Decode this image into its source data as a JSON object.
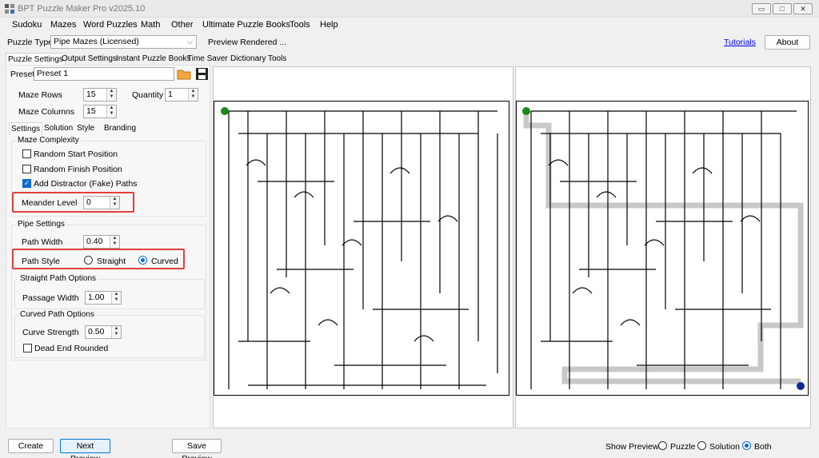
{
  "window": {
    "title": "BPT Puzzle Maker Pro v2025.10",
    "min": "▭",
    "max": "□",
    "close": "✕"
  },
  "menu": [
    "Sudoku",
    "Mazes",
    "Word Puzzles",
    "Math",
    "Other",
    "Ultimate Puzzle Books",
    "Tools",
    "Help"
  ],
  "toolbar": {
    "puzzle_type_label": "Puzzle Type",
    "puzzle_type_value": "Pipe Mazes (Licensed)",
    "status": "Preview Rendered ...",
    "tutorials": "Tutorials",
    "about": "About"
  },
  "main_tabs": [
    "Puzzle Settings",
    "Output Settings",
    "Instant Puzzle Books",
    "Time Saver",
    "Dictionary",
    "Tools"
  ],
  "preset": {
    "label": "Preset",
    "value": "Preset 1"
  },
  "maze_rows": {
    "label": "Maze Rows",
    "value": "15"
  },
  "quantity": {
    "label": "Quantity",
    "value": "1"
  },
  "maze_columns": {
    "label": "Maze Columns",
    "value": "15"
  },
  "sub_tabs": [
    "Settings",
    "Solution",
    "Style",
    "Branding"
  ],
  "complexity": {
    "title": "Maze Complexity",
    "random_start": {
      "label": "Random Start Position",
      "checked": false
    },
    "random_finish": {
      "label": "Random Finish Position",
      "checked": false
    },
    "distractor": {
      "label": "Add Distractor (Fake) Paths",
      "checked": true
    },
    "meander_label": "Meander Level",
    "meander_value": "0"
  },
  "pipe": {
    "title": "Pipe Settings",
    "path_width_label": "Path Width",
    "path_width_value": "0.40",
    "path_style_label": "Path Style",
    "straight": "Straight",
    "curved": "Curved",
    "selected": "curved"
  },
  "straight_opts": {
    "title": "Straight Path Options",
    "passage_label": "Passage Width",
    "passage_value": "1.00"
  },
  "curved_opts": {
    "title": "Curved Path Options",
    "curve_label": "Curve Strength",
    "curve_value": "0.50",
    "dead_end_label": "Dead End Rounded",
    "dead_end_checked": false
  },
  "bottom": {
    "create": "Create",
    "next_preview": "Next Preview",
    "save_preview": "Save Preview",
    "show_preview_label": "Show Preview:",
    "opt_puzzle": "Puzzle",
    "opt_solution": "Solution",
    "opt_both": "Both",
    "selected": "both"
  },
  "colors": {
    "start": "#1a8a1a",
    "finish": "#102a8f",
    "solution": "#c8c8c8",
    "highlight": "#e0403a"
  }
}
